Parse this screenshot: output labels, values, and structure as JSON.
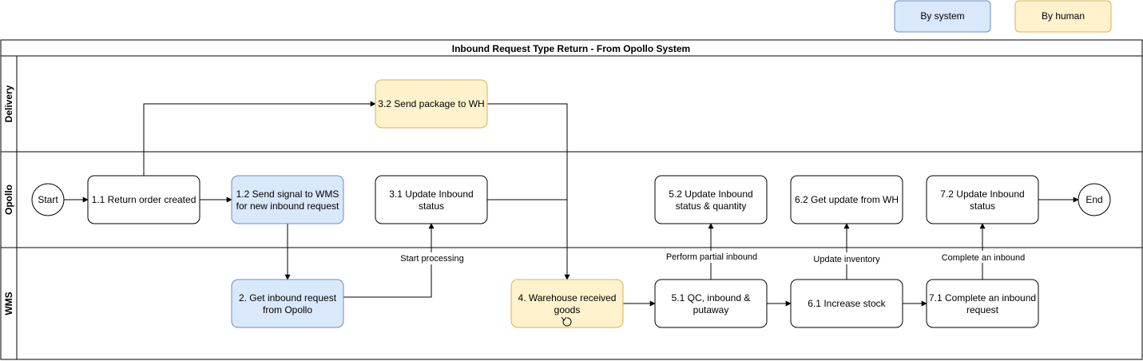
{
  "legend": {
    "system": {
      "label": "By system",
      "fill": "#dae8fc",
      "stroke": "#6c8ebf"
    },
    "human": {
      "label": "By human",
      "fill": "#fff2cc",
      "stroke": "#d6b656"
    }
  },
  "pool": {
    "title": "Inbound Request Type Return - From Opollo System"
  },
  "lanes": {
    "delivery": "Delivery",
    "opollo": "Opollo",
    "wms": "WMS"
  },
  "nodes": {
    "start": "Start",
    "end": "End",
    "n11": "1.1 Return order created",
    "n12": [
      "1.2 Send signal to WMS",
      "for new inbound request"
    ],
    "n2": [
      "2. Get inbound request",
      "from Opollo"
    ],
    "n31": [
      "3.1 Update Inbound",
      "status"
    ],
    "n32": "3.2 Send package to WH",
    "n4": [
      "4. Warehouse received",
      "goods"
    ],
    "n51": [
      "5.1 QC, inbound &",
      "putaway"
    ],
    "n52": [
      "5.2 Update Inbound",
      "status & quantity"
    ],
    "n61": "6.1 Increase stock",
    "n62": "6.2 Get update from WH",
    "n71": [
      "7.1 Complete an inbound",
      "request"
    ],
    "n72": [
      "7.2 Update Inbound",
      "status"
    ]
  },
  "edge_labels": {
    "start_processing": "Start processing",
    "perform_partial": "Perform partial inbound",
    "update_inventory": "Update inventory",
    "complete_inbound": "Complete an inbound"
  }
}
